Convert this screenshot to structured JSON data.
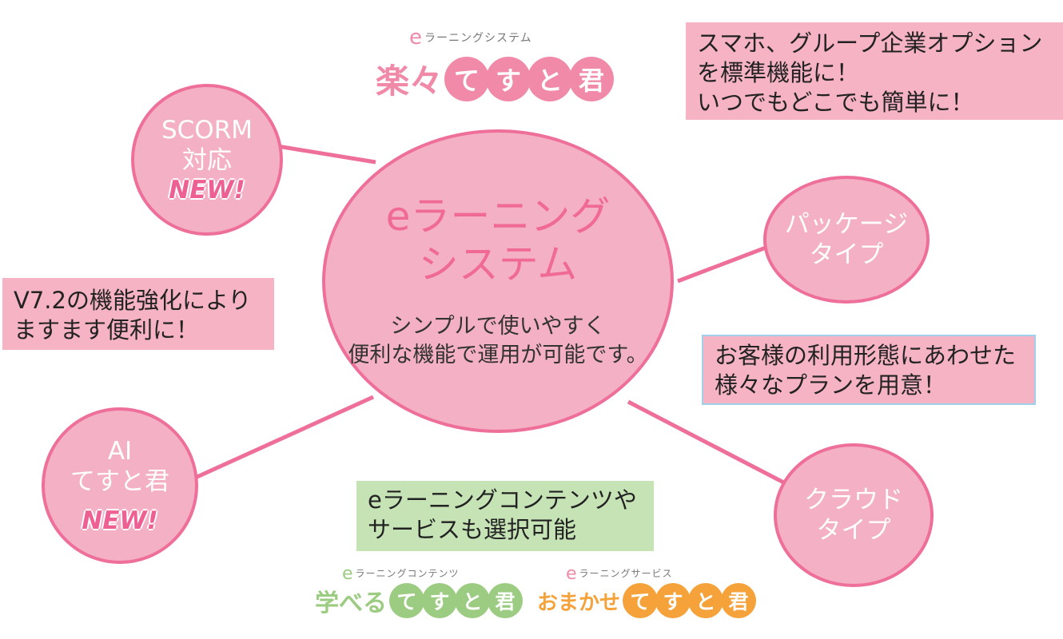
{
  "center": {
    "title_line1": "eラーニング",
    "title_line2": "システム",
    "desc_line1": "シンプルで使いやすく",
    "desc_line2": "便利な機能で運用が可能です。"
  },
  "satellites": {
    "scorm": {
      "line1": "SCORM",
      "line2": "対応",
      "badge": "NEW!"
    },
    "package": {
      "line1": "パッケージ",
      "line2": "タイプ"
    },
    "cloud": {
      "line1": "クラウド",
      "line2": "タイプ"
    },
    "ai": {
      "line1": "AI",
      "line2": "てすと君",
      "badge": "NEW!"
    }
  },
  "boxes": {
    "smart": {
      "line1": "スマホ、グループ企業オプション",
      "line2": "を標準機能に！",
      "line3": "いつでもどこでも簡単に！"
    },
    "v72": {
      "line1": "V7.2の機能強化により",
      "line2": "ますます便利に！"
    },
    "plan": {
      "line1": "お客様の利用形態にあわせた",
      "line2": "様々なプランを用意！"
    },
    "contents": {
      "line1": "eラーニングコンテンツや",
      "line2": "サービスも選択可能"
    }
  },
  "logos": {
    "system": {
      "e": "e",
      "tag": "ラーニングシステム",
      "kanji": "楽々",
      "balls": [
        "て",
        "す",
        "と",
        "君"
      ],
      "color": "#f08aa8"
    },
    "contents": {
      "e": "e",
      "tag": "ラーニングコンテンツ",
      "kanji": "学べる",
      "balls": [
        "て",
        "す",
        "と",
        "君"
      ],
      "color": "#9ccc82"
    },
    "service": {
      "e": "e",
      "tag": "ラーニングサービス",
      "kanji": "おまかせ",
      "balls": [
        "て",
        "す",
        "と",
        "君"
      ],
      "color": "#f5a23a"
    }
  }
}
